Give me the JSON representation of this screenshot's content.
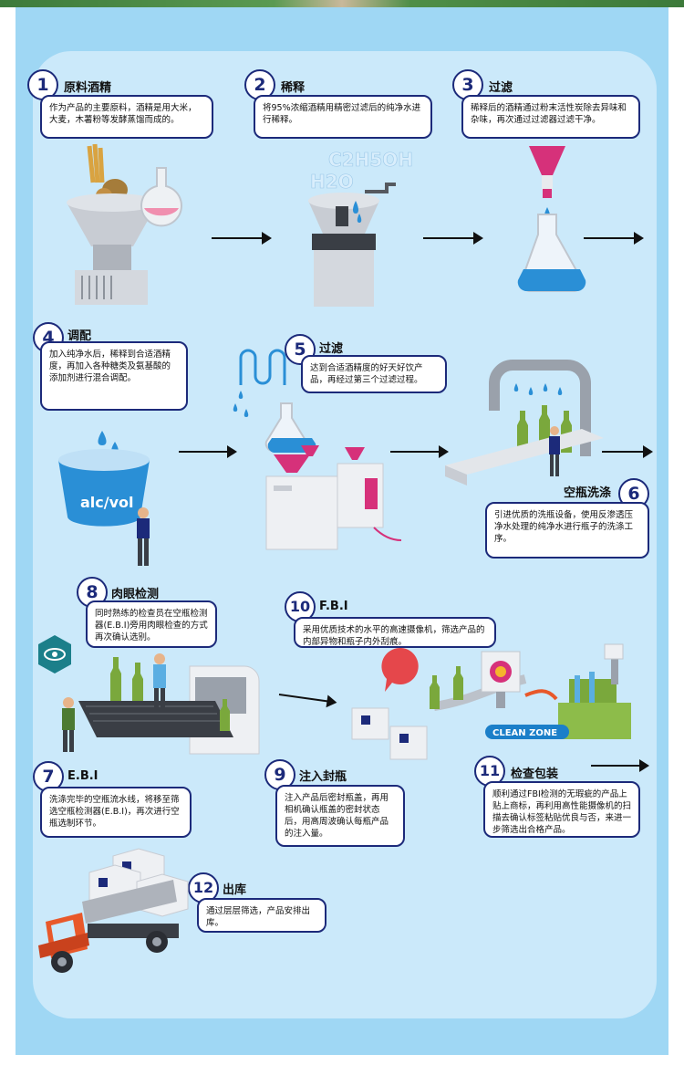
{
  "steps": [
    {
      "num": "1",
      "title": "原料酒精",
      "desc": "作为产品的主要原料，酒精是用大米，大麦，木薯粉等发酵蒸馏而成的。"
    },
    {
      "num": "2",
      "title": "稀释",
      "desc": "将95%浓缩酒精用精密过滤后的纯净水进行稀释。"
    },
    {
      "num": "3",
      "title": "过滤",
      "desc": "稀释后的酒精通过粉末活性炭除去异味和杂味，再次通过过滤器过滤干净。"
    },
    {
      "num": "4",
      "title": "调配",
      "desc": "加入纯净水后，稀释到合适酒精度，再加入各种糖类及氨基酸的添加剂进行混合调配。"
    },
    {
      "num": "5",
      "title": "过滤",
      "desc": "达到合适酒精度的好天好饮产品，再经过第三个过滤过程。"
    },
    {
      "num": "6",
      "title": "空瓶洗涤",
      "desc": "引进优质的洗瓶设备，使用反渗透压净水处理的纯净水进行瓶子的洗涤工序。"
    },
    {
      "num": "7",
      "title": "E.B.I",
      "desc": "洗涤完毕的空瓶流水线，将移至筛选空瓶检测器(E.B.I)，再次进行空瓶选制环节。"
    },
    {
      "num": "8",
      "title": "肉眼检测",
      "desc": "同时熟练的检查员在空瓶检测器(E.B.I)旁用肉眼检查的方式再次确认选别。"
    },
    {
      "num": "9",
      "title": "注入封瓶",
      "desc": "注入产品后密封瓶盖，再用相机确认瓶盖的密封状态后，用高周波确认每瓶产品的注入量。"
    },
    {
      "num": "10",
      "title": "F.B.I",
      "desc": "采用优质技术的水平的高速摄像机，筛选产品的内部异物和瓶子内外刮痕。"
    },
    {
      "num": "11",
      "title": "检查包装",
      "desc": "顺利通过FBI检测的无瑕疵的产品上贴上商标，再利用高性能摄像机的扫描去确认标签粘贴优良与否，来进一步筛选出合格产品。"
    },
    {
      "num": "12",
      "title": "出库",
      "desc": "通过层层筛选，产品安排出库。"
    }
  ],
  "illus": {
    "formula1": "C2H5OH",
    "formula2": "H2O",
    "alc": "alc/vol",
    "clean_zone": "CLEAN ZONE"
  },
  "colors": {
    "navy": "#1c2a7a",
    "bg": "#cbe9fa",
    "frame": "#9fd7f4",
    "pink": "#d6317a",
    "green": "#7aa83c"
  }
}
